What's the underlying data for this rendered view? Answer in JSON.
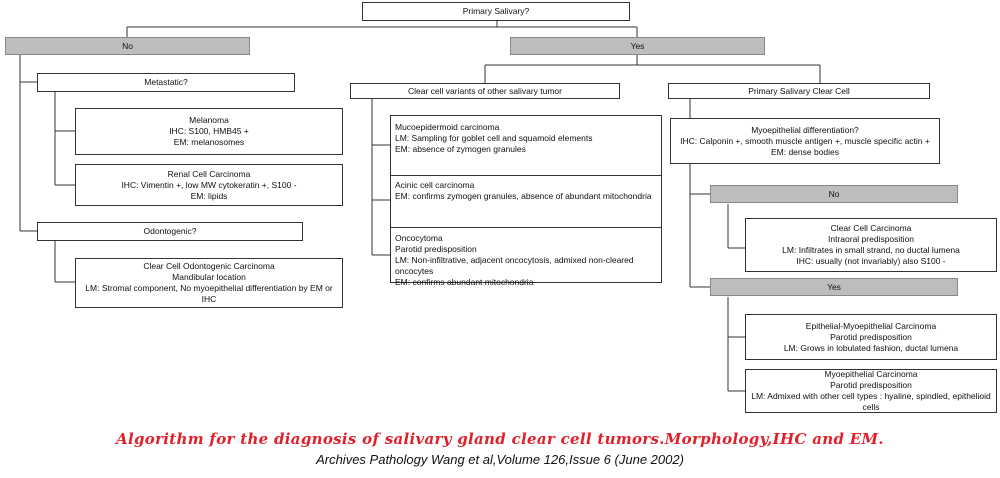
{
  "root": "Primary Salivary?",
  "no_label": "No",
  "yes_label": "Yes",
  "metastatic": {
    "question": "Metastatic?",
    "melanoma": [
      "Melanoma",
      "IHC: S100, HMB45 +",
      "EM: melanosomes"
    ],
    "renal": [
      "Renal Cell Carcinoma",
      "IHC: Vimentin +, low MW cytokeratin +, S100 -",
      "EM: lipids"
    ]
  },
  "odontogenic": {
    "question": "Odontogenic?",
    "result": [
      "Clear Cell Odontogenic Carcinoma",
      "Mandibular location",
      "LM: Stromal component, No myoepithelial differentiation by EM or IHC"
    ]
  },
  "variants": {
    "header": "Clear cell variants of other salivary tumor",
    "mucoepidermoid": [
      "Mucoepidermoid carcinoma",
      "LM: Sampling for goblet cell and squamoid elements",
      "EM: absence of zymogen granules"
    ],
    "acinic": [
      "Acinic cell carcinoma",
      "EM: confirms zymogen granules, absence of abundant mitochondria"
    ],
    "oncocytoma": [
      "Oncocytoma",
      "Parotid predisposition",
      "LM: Non-infiltrative, adjacent oncocytosis, admixed non-cleared oncocytes",
      "EM: confirms abundant mitochondria"
    ]
  },
  "primary_clear": {
    "header": "Primary Salivary Clear Cell",
    "myoepithelial": [
      "Myoepithelial differentiation?",
      "IHC: Calponin +, smooth muscle antigen +, muscle specific actin +",
      "EM: dense bodies"
    ],
    "no_label": "No",
    "clear_cell": [
      "Clear Cell Carcinoma",
      "Intraoral predisposition",
      "LM: Infiltrates in small strand, no ductal lumena",
      "IHC: usually (not invariably) also S100 -"
    ],
    "yes_label": "Yes",
    "epithelial": [
      "Epithelial-Myoepithelial Carcinoma",
      "Parotid predisposition",
      "LM: Grows in lobulated fashion, ductal lumena"
    ],
    "myo_carcinoma": [
      "Myoepithelial Carcinoma",
      "Parotid predisposition",
      "LM: Admixed with other cell types : hyaline, spindled, epithelioid cells"
    ]
  },
  "caption": {
    "title": "Algorithm for the diagnosis of salivary gland clear cell tumors.Morphology,IHC and EM.",
    "subtitle": "Archives Pathology Wang et al,Volume 126,Issue 6 (June 2002)"
  }
}
